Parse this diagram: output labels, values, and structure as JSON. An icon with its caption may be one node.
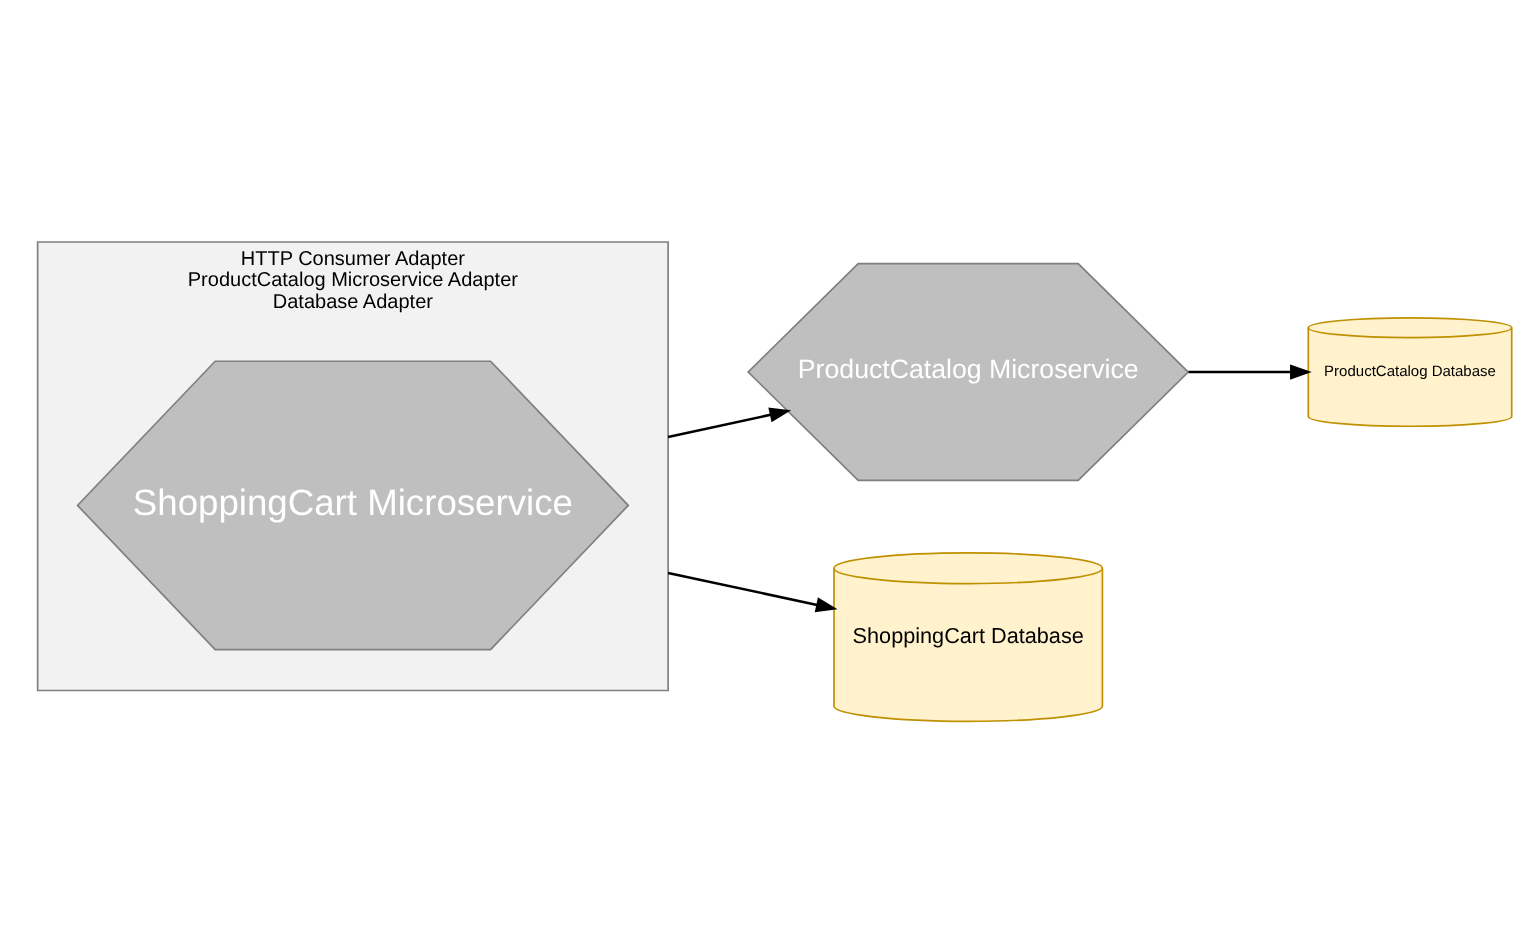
{
  "diagram": {
    "nodes": [
      {
        "text": [
          "HTTP Consumer Adapter",
          "ProductCatalog Microservice Adapter",
          "Database Adapter"
        ]
      },
      {
        "text": [
          "ShoppingCart Microservice"
        ],
        "in": 0
      },
      {
        "text": [
          "ProductCatalog Microservice"
        ]
      },
      {
        "text": [
          "ProductCatalog Database"
        ]
      },
      {
        "text": [
          "ShoppingCart Database"
        ]
      }
    ],
    "edges": [
      {
        "from": 0,
        "to": 2,
        "arrow": "to"
      },
      {
        "from": 2,
        "to": 3,
        "arrow": "to"
      },
      {
        "from": 0,
        "to": 4,
        "arrow": "to"
      }
    ]
  }
}
